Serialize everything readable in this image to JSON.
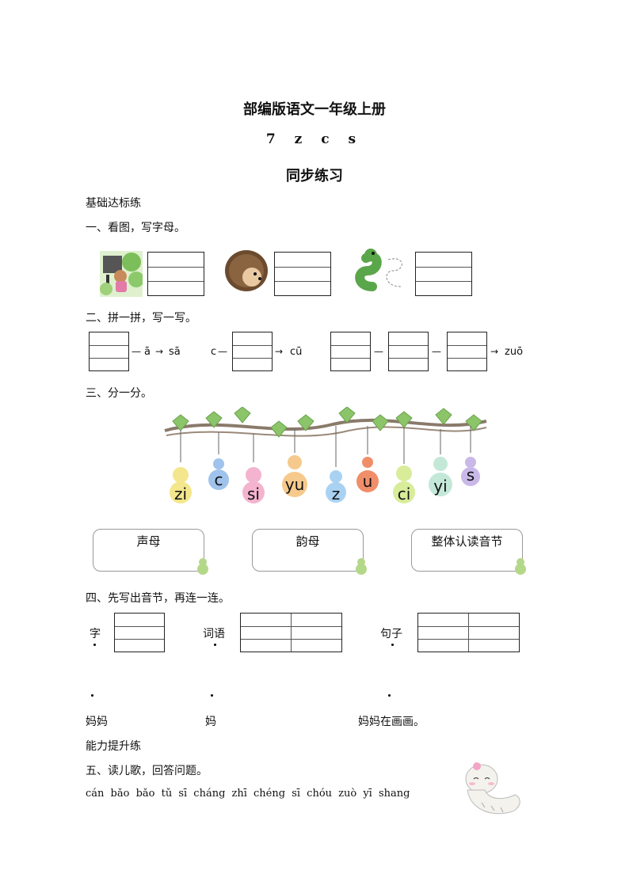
{
  "header": {
    "title": "部编版语文一年级上册",
    "lesson": "7 z c s",
    "subtitle": "同步练习"
  },
  "section_basic": "基础达标练",
  "q1": {
    "title": "一、看图，写字母。"
  },
  "q2": {
    "title": "二、拼一拼，写一写。",
    "part1_vowel": "ā",
    "part1_result": "sā",
    "part2_initial": "c",
    "part2_result": "cū",
    "part3_result": "zuō"
  },
  "q3": {
    "title": "三、分一分。",
    "gourds": [
      "zi",
      "c",
      "si",
      "yu",
      "z",
      "u",
      "ci",
      "yi",
      "s"
    ],
    "categories": [
      "声母",
      "韵母",
      "整体认读音节"
    ]
  },
  "q4": {
    "title": "四、先写出音节，再连一连。",
    "labels": [
      "字",
      "词语",
      "句子"
    ],
    "answers": [
      "妈妈",
      "妈",
      "妈妈在画画。"
    ]
  },
  "section_advanced": "能力提升练",
  "q5": {
    "title": "五、读儿歌，回答问题。",
    "pinyin": "cán bǎo bǎo tǔ sī cháng zhī chéng sī chóu zuò yī shang"
  },
  "colors": {
    "leaf": "#8cc46a",
    "vine": "#8a7a6a"
  },
  "icons": [
    "tree-child-icon",
    "hedgehog-icon",
    "caterpillar-icon",
    "gourd-icon",
    "silkworm-icon"
  ]
}
